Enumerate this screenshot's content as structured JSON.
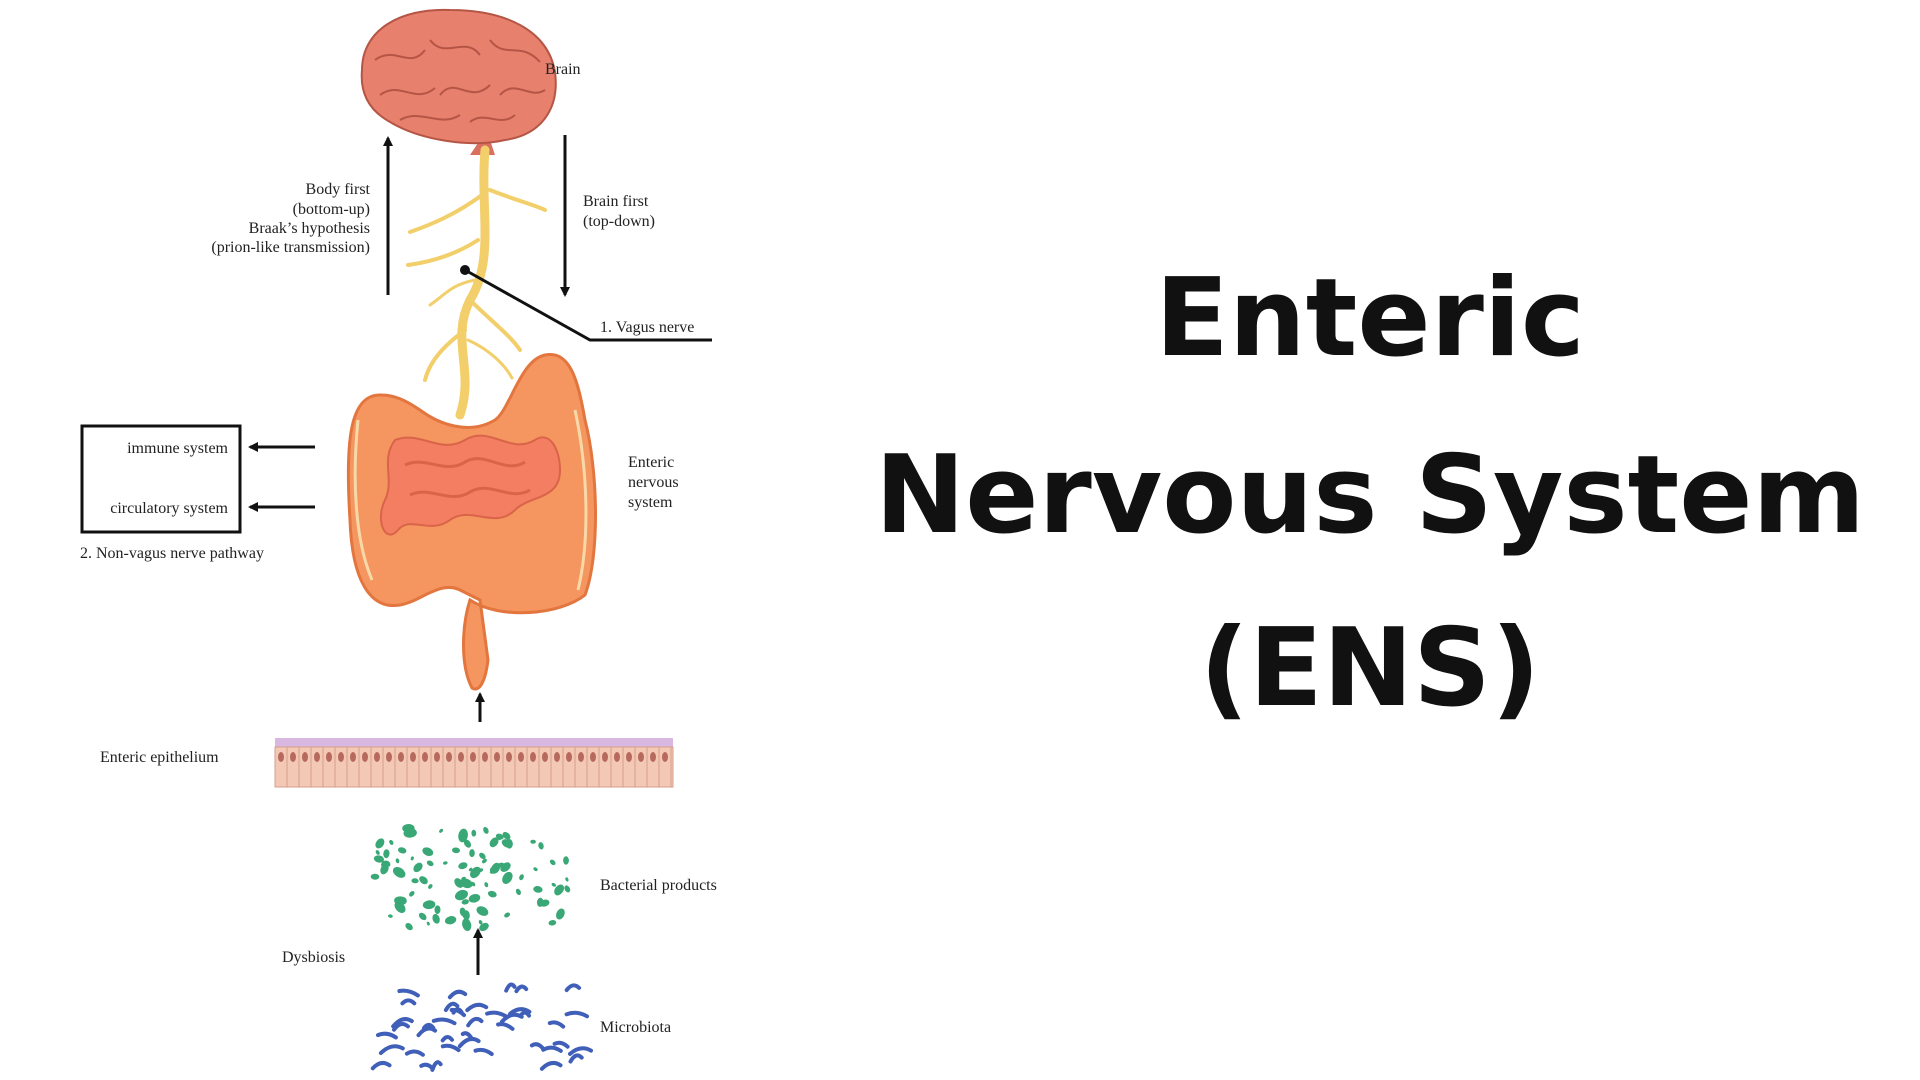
{
  "title": {
    "line1": "Enteric",
    "line2": "Nervous System",
    "line3": "(ENS)"
  },
  "diagram": {
    "labels": {
      "brain": "Brain",
      "body_first_1": "Body first",
      "body_first_2": "(bottom-up)",
      "body_first_3": "Braak’s hypothesis",
      "body_first_4": "(prion-like transmission)",
      "brain_first_1": "Brain first",
      "brain_first_2": "(top-down)",
      "vagus_nerve": "1. Vagus nerve",
      "immune_system": "immune system",
      "circulatory_system": "circulatory system",
      "non_vagus": "2.  Non-vagus nerve pathway",
      "ens_1": "Enteric",
      "ens_2": "nervous",
      "ens_3": "system",
      "epithelium": "Enteric epithelium",
      "bacterial_products": "Bacterial products",
      "dysbiosis": "Dysbiosis",
      "microbiota": "Microbiota"
    },
    "colors": {
      "brain": "#e8806e",
      "nerve": "#f2cf6a",
      "intestine": "#f5955f",
      "epithelium": "#f3c9b5",
      "bacteria": "#3aa776",
      "microbiota": "#3f5fb8",
      "title": "#111111"
    }
  }
}
